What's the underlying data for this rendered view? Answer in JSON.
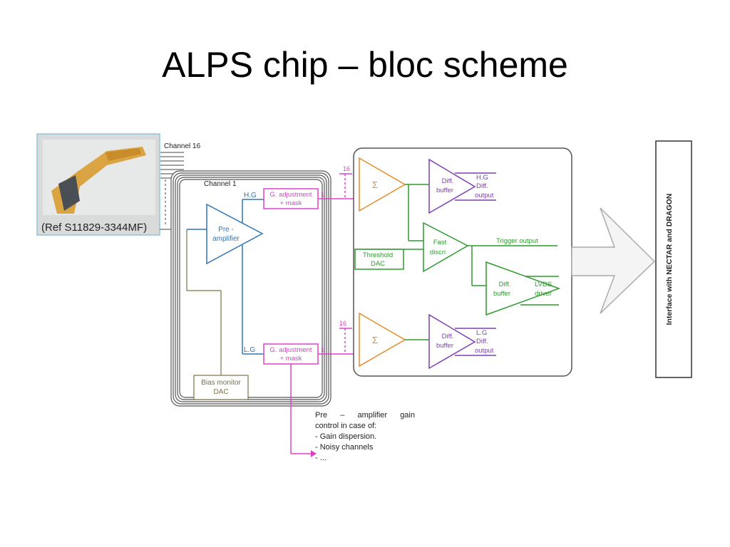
{
  "title": "ALPS chip – bloc scheme",
  "photo": {
    "ref_label": "(Ref S11829-3344MF)"
  },
  "channel16_label": "Channel 16",
  "channel1_label": "Channel 1",
  "preamp": {
    "line1": "Pre -",
    "line2": "amplifier"
  },
  "hg_label": "H.G",
  "lg_label": "L.G",
  "gadj_hg": {
    "line1": "G. adjustment",
    "line2": "+ mask"
  },
  "gadj_lg": {
    "line1": "G. adjustment",
    "line2": "+ mask"
  },
  "bias": {
    "line1": "Bias monitor",
    "line2": "DAC"
  },
  "sum_symbol": "Σ",
  "bus16_top": "16",
  "bus16_bottom": "16",
  "bus1_top": "1",
  "bus1_bottom": "1",
  "diff_buffer_hg": {
    "line1": "Diff.",
    "line2": "buffer"
  },
  "hg_output": {
    "line1": "H.G",
    "line2": "Diff.",
    "line3": "output"
  },
  "diff_buffer_lg": {
    "line1": "Diff.",
    "line2": "buffer"
  },
  "lg_output": {
    "line1": "L.G",
    "line2": "Diff.",
    "line3": "output"
  },
  "fast_discri": {
    "line1": "Fast",
    "line2": "discri"
  },
  "trigger_output": "Trigger output",
  "threshold_dac": {
    "line1": "Threshold",
    "line2": "DAC"
  },
  "diff_buffer_trig": {
    "line1": "Diff.",
    "line2": "buffer"
  },
  "lvds_driver": {
    "line1": "LVDS",
    "line2": "driver"
  },
  "interface_label": "Interface with NECTAR and DRAGON",
  "note": {
    "line1": "Pre – amplifier gain",
    "line2": "control in case of:",
    "items": [
      "Gain dispersion.",
      "Noisy channels",
      "..."
    ]
  },
  "colors": {
    "blue": "#2e75b6",
    "magenta": "#e040c8",
    "orange": "#e8892b",
    "purple": "#7d3fb0",
    "green": "#2e9a2e",
    "olive": "#7a7347"
  }
}
